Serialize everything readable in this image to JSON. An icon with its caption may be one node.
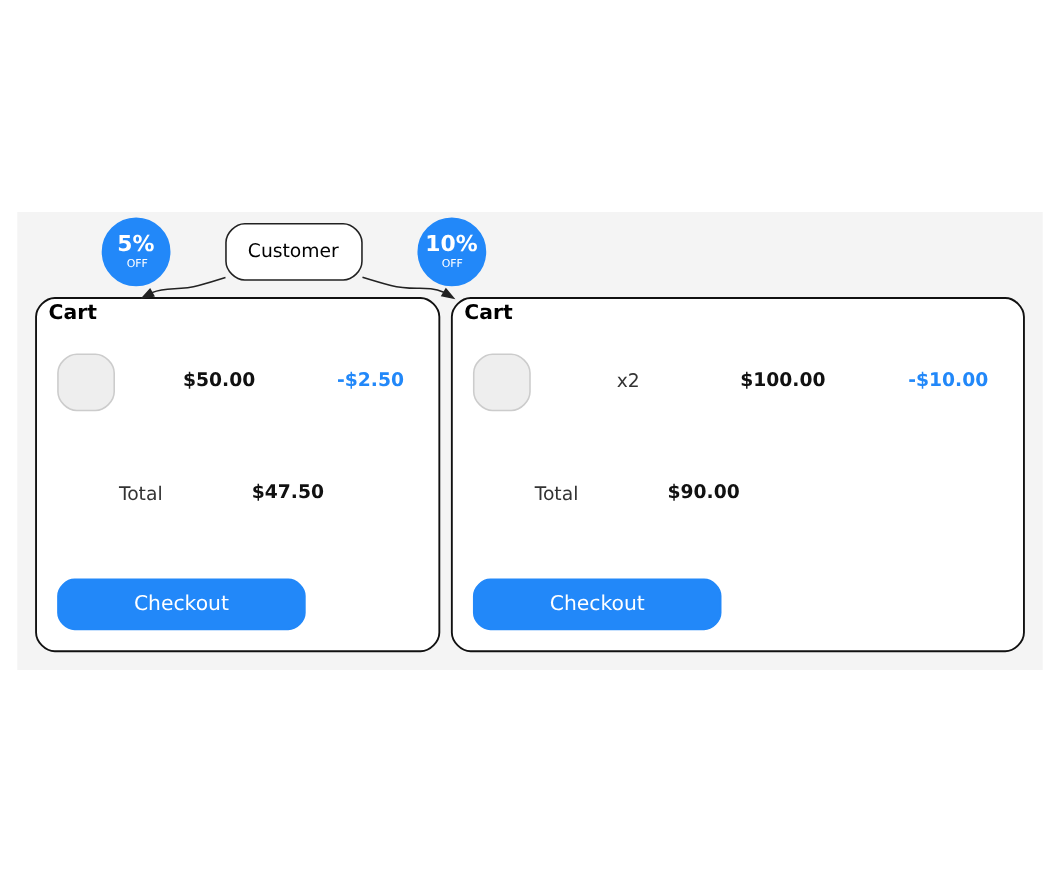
{
  "diagram": {
    "nodes": [
      {
        "text": [
          "Customer"
        ]
      },
      {
        "text": [
          "Cart"
        ]
      },
      {
        "text": [],
        "shape": "box",
        "in": 1
      },
      {
        "text": [
          "Checkout"
        ],
        "in": 1
      },
      {
        "text": [
          "5%",
          "OFF"
        ]
      },
      {
        "text": [
          "Cart"
        ]
      },
      {
        "text": [],
        "shape": "box",
        "in": 5
      },
      {
        "text": [
          "Checkout"
        ],
        "in": 5
      },
      {
        "text": [
          "10%",
          "OFF"
        ]
      }
    ],
    "edges": [
      {
        "from": 0,
        "to": 1,
        "arrow": "to"
      },
      {
        "from": 0,
        "to": 5,
        "arrow": "to"
      }
    ],
    "labels": [
      "$50.00",
      "-$2.50",
      "Total",
      "$47.50",
      "x2",
      "$100.00",
      "-$10.00",
      "Total",
      "$90.00"
    ]
  }
}
